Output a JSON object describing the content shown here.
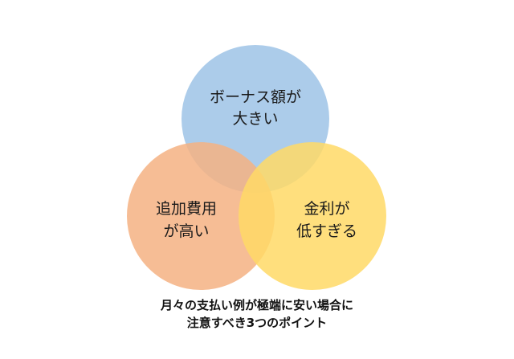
{
  "diagram": {
    "type": "venn",
    "circles": [
      {
        "id": "bonus",
        "label_lines": [
          "ボーナス額が",
          "大きい"
        ],
        "fill": "#9dc3e6"
      },
      {
        "id": "extra_cost",
        "label_lines": [
          "追加費用",
          "が高い"
        ],
        "fill": "#f4b183"
      },
      {
        "id": "interest",
        "label_lines": [
          "金利が",
          "低すぎる"
        ],
        "fill": "#ffd966"
      }
    ],
    "caption_lines": [
      "月々の支払い例が極端に安い場合に",
      "注意すべき3つのポイント"
    ]
  }
}
